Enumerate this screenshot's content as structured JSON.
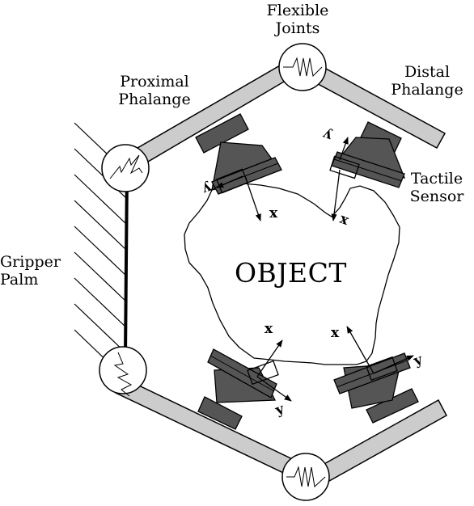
{
  "labels": {
    "flexible_joints": "Flexible\nJoints",
    "proximal_phalange": "Proximal\nPhalange",
    "distal_phalange": "Distal\nPhalange",
    "tactile_sensor": "Tactile\nSensor",
    "gripper_palm": "Gripper\nPalm",
    "object": "OBJECT"
  },
  "axes": {
    "x": "x",
    "y": "y"
  },
  "colors": {
    "phalange_fill": "#cccccc",
    "sensor_fill": "#555555",
    "outline": "#000000"
  }
}
